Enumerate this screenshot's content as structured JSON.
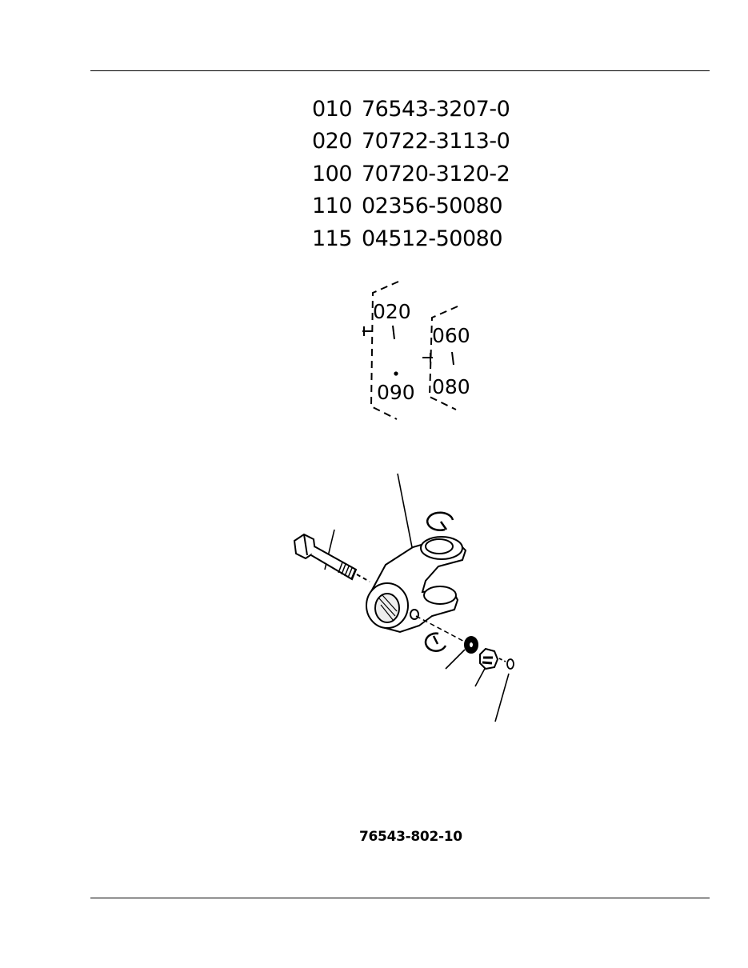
{
  "parts_list": [
    {
      "ref": "010",
      "part_number": "76543-3207-0"
    },
    {
      "ref": "020",
      "part_number": "70722-3113-0"
    },
    {
      "ref": "100",
      "part_number": "70720-3120-2"
    },
    {
      "ref": "110",
      "part_number": "02356-50080"
    },
    {
      "ref": "115",
      "part_number": "04512-50080"
    }
  ],
  "callouts": {
    "group_left_top": "020",
    "group_left_bottom": "090",
    "group_right_top": "060",
    "group_right_bottom": "080"
  },
  "figure_id": "76543-802-10"
}
